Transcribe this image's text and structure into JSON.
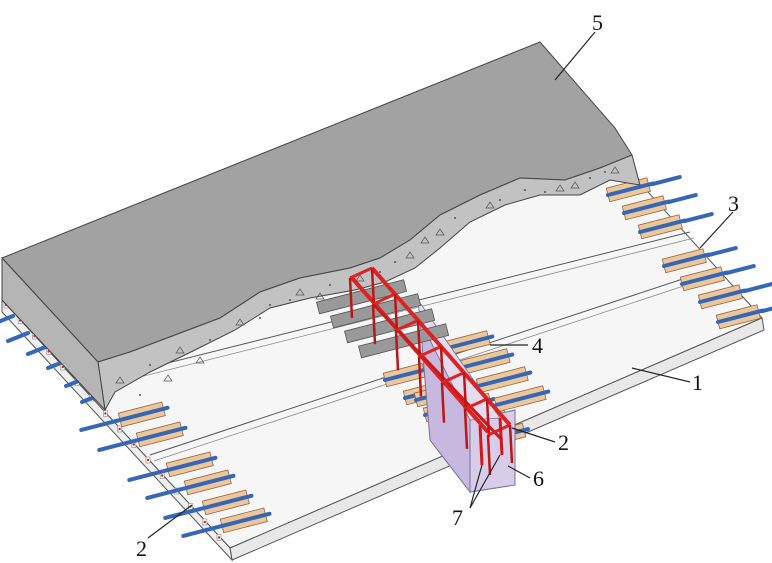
{
  "figure": {
    "colors": {
      "background": "#ffffff",
      "slab": "#f6f6f6",
      "slab_edge": "#555555",
      "concrete_top": "#a2a2a2",
      "concrete_side": "#bfbfbf",
      "rebar_blue": "#3567b7",
      "slot_tan": "#efc69a",
      "cage_red": "#dd2222",
      "plate_gray": "#999999",
      "support_purple": "#d7cde8"
    },
    "callouts": [
      {
        "id": "label-5",
        "text": "5",
        "target": "cast-in-place-concrete-layer"
      },
      {
        "id": "label-3",
        "text": "3",
        "target": "protruding-bars"
      },
      {
        "id": "label-4",
        "text": "4",
        "target": "reinforcement-cage"
      },
      {
        "id": "label-1",
        "text": "1",
        "target": "precast-slab"
      },
      {
        "id": "label-2-right",
        "text": "2",
        "target": "slab-end-holes"
      },
      {
        "id": "label-6",
        "text": "6",
        "target": "support-block"
      },
      {
        "id": "label-7",
        "text": "7",
        "target": "cage-legs"
      },
      {
        "id": "label-2-left",
        "text": "2",
        "target": "slab-end-holes"
      }
    ]
  }
}
